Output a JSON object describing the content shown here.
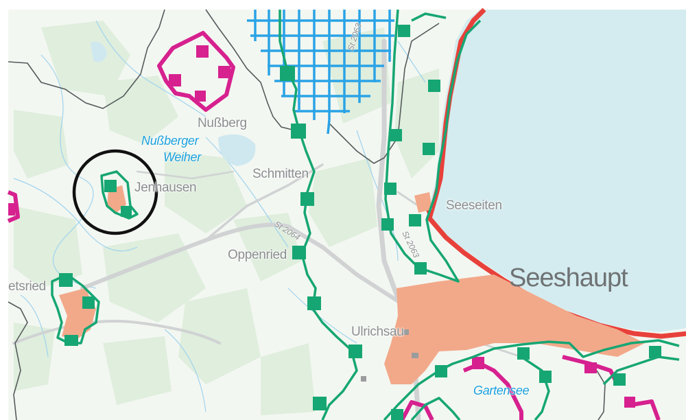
{
  "places": {
    "nussberg": "Nußberg",
    "schmitten": "Schmitten",
    "jenhausen": "Jenhausen",
    "seeseiten": "Seeseiten",
    "oppenried": "Oppenried",
    "seeshaupt": "Seeshaupt",
    "metsried": "etsried",
    "ulrichsau": "Ulrichsau"
  },
  "water": {
    "nussberger": "Nußberger",
    "weiher": "Weiher",
    "gartensee": "Gartensee"
  },
  "roads": {
    "s2064": "St 2064",
    "s2063": "St 2063",
    "top": "St 2063"
  },
  "colors": {
    "lake": "#d4ecef",
    "green_boundary": "#16a673",
    "red_shore": "#e8413b",
    "magenta": "#d6218f",
    "blue_grid": "#2aa3e6",
    "settlement": "#f2a98a"
  }
}
